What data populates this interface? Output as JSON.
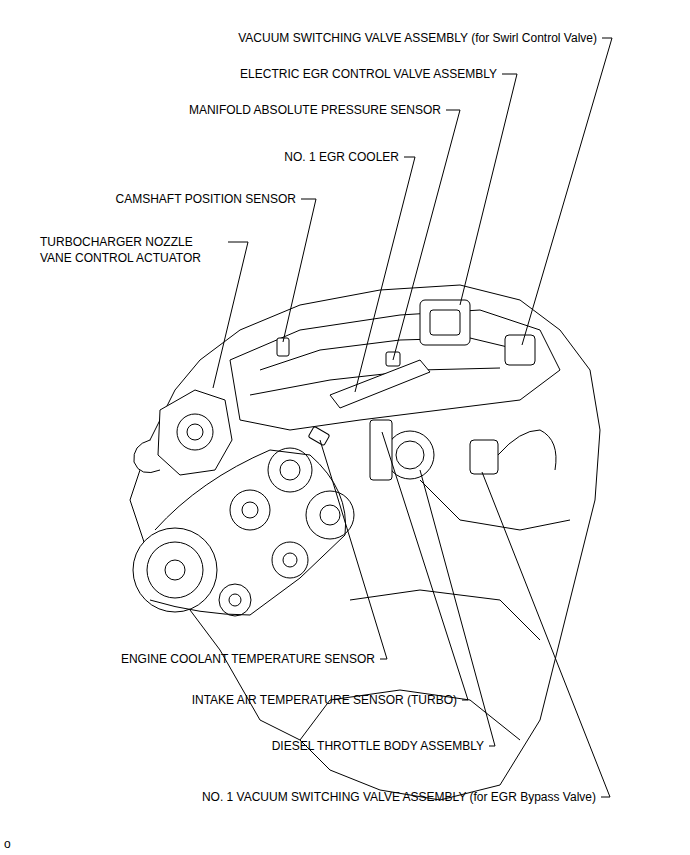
{
  "diagram": {
    "labels": [
      "VACUUM SWITCHING VALVE ASSEMBLY (for Swirl Control Valve)",
      "ELECTRIC EGR CONTROL VALVE ASSEMBLY",
      "MANIFOLD ABSOLUTE PRESSURE SENSOR",
      "NO. 1 EGR COOLER",
      "CAMSHAFT POSITION SENSOR",
      "TURBOCHARGER NOZZLE VANE CONTROL ACTUATOR",
      "ENGINE COOLANT TEMPERATURE SENSOR",
      "INTAKE AIR TEMPERATURE SENSOR (TURBO)",
      "DIESEL THROTTLE BODY ASSEMBLY",
      "NO. 1 VACUUM SWITCHING VALVE ASSEMBLY (for EGR Bypass Valve)",
      "o"
    ]
  }
}
